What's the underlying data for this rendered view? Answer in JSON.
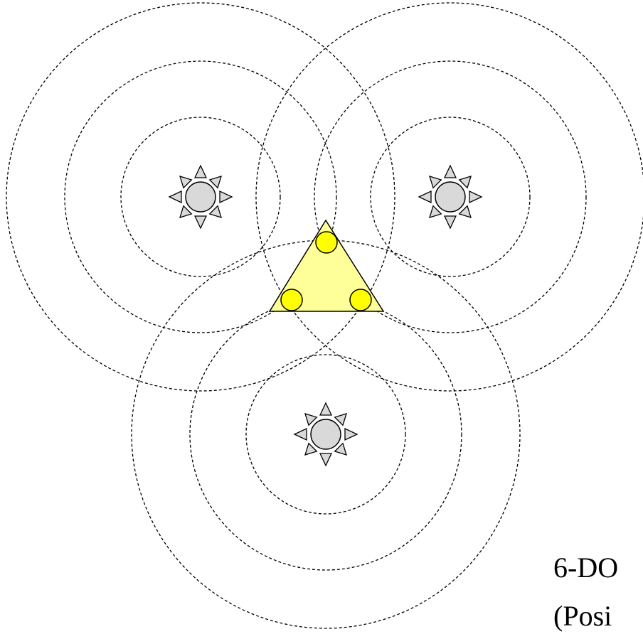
{
  "diagram": {
    "caption": {
      "line1": "6-DO",
      "line2": "(Posi"
    },
    "colors": {
      "emitter_fill": "#d9d9d9",
      "tracker_fill": "#ffff99",
      "sensor_fill": "#ffff00",
      "ring_stroke": "#000000",
      "background": "#ffffff"
    },
    "emitters": [
      {
        "name": "emitter-left",
        "icon": "sun-icon",
        "rings": 3
      },
      {
        "name": "emitter-right",
        "icon": "sun-icon",
        "rings": 3
      },
      {
        "name": "emitter-bottom",
        "icon": "sun-icon",
        "rings": 3
      }
    ],
    "tracker": {
      "shape": "triangle",
      "sensor_count": 3
    }
  }
}
